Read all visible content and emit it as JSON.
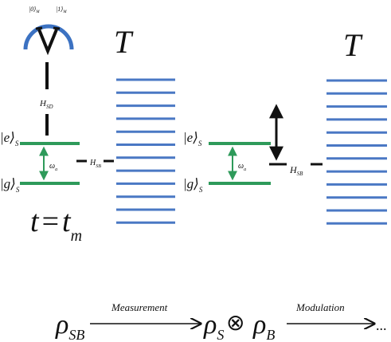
{
  "colors": {
    "level_line": "#4a78c4",
    "system_level": "#2e9a5a",
    "transition_arrow": "#2e9a5a",
    "detector": "#3c72c2",
    "ink": "#111111"
  },
  "panel_left": {
    "bath_label": "T",
    "bath_levels": 12,
    "detector_label_0": "|0⟩",
    "detector_sub_0": "M",
    "detector_label_1": "|1⟩",
    "detector_sub_1": "M",
    "coupling_sd": "H",
    "coupling_sd_sub": "SD",
    "excited_label": "|e⟩",
    "excited_sub": "S",
    "ground_label": "|g⟩",
    "ground_sub": "S",
    "omega": "ω",
    "omega_sub": "a",
    "coupling_sb": "H",
    "coupling_sb_sub": "SB",
    "time_t": "t",
    "time_eq": "=",
    "time_tm": "t",
    "time_tm_sub": "m"
  },
  "panel_right": {
    "bath_label": "T",
    "bath_levels": 12,
    "excited_label": "|e⟩",
    "excited_sub": "S",
    "ground_label": "|g⟩",
    "ground_sub": "S",
    "omega": "ω",
    "omega_sub": "a",
    "coupling_sb": "H",
    "coupling_sb_sub": "SB"
  },
  "equation": {
    "rho": "ρ",
    "rho_sub_sb": "SB",
    "measurement_label": "Measurement",
    "rho_s": "ρ",
    "rho_s_sub": "S",
    "otimes": "⊗",
    "rho_b": "ρ",
    "rho_b_sub": "B",
    "modulation_label": "Modulation",
    "ellipsis": "..."
  }
}
